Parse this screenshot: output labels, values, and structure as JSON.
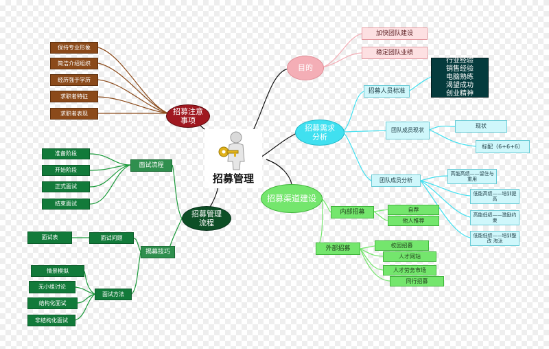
{
  "center": {
    "title": "招募管理"
  },
  "branches": {
    "notes": {
      "title": "招募注意事项",
      "items": [
        "保持专业形象",
        "简洁介绍组织",
        "经历强于学历",
        "求职者特征",
        "求职者表现"
      ]
    },
    "process": {
      "title": "招募管理流程",
      "interview_flow": {
        "label": "面试流程",
        "items": [
          "准备阶段",
          "开始阶段",
          "正式面试",
          "结束面试"
        ]
      },
      "techniques": {
        "label": "揭募技巧",
        "questions": {
          "label": "面试问题",
          "item": "面试表"
        },
        "methods": {
          "label": "面试方法",
          "items": [
            "情景模拟",
            "无小组讨论",
            "结构化面试",
            "非结构化面试"
          ]
        }
      }
    },
    "purpose": {
      "title": "目的",
      "items": [
        "加快团队建设",
        "稳定团队业绩"
      ]
    },
    "demand": {
      "title": "招募需求分析",
      "standards": {
        "label": "招募人员标准",
        "items": [
          "行业经验",
          "销售经验",
          "电脑熟练",
          "渴望成功",
          "创业精神"
        ]
      },
      "status": {
        "label": "团队成员现状",
        "items": [
          "现状",
          "标配（6+6+6）"
        ]
      },
      "analysis": {
        "label": "团队成员分析",
        "items": [
          "高能高绩——留住与重用",
          "低能高绩——培训提高",
          "高能低绩——激励约束",
          "低能低绩——培训整改 淘汰"
        ]
      }
    },
    "channels": {
      "title": "招募渠道建设",
      "internal": {
        "label": "内部招募",
        "items": [
          "自荐",
          "他人推荐"
        ]
      },
      "external": {
        "label": "外部招募",
        "items": [
          "校园招募",
          "人才网站",
          "人才劳务市场",
          "同行招募"
        ]
      }
    }
  },
  "colors": {
    "brown": "#8b4a1a",
    "dark_green": "#127a3a",
    "light_green": "#74e66d",
    "cyan": "#40e0f0",
    "pink": "#f4aeb6",
    "dark_red": "#a01820"
  }
}
